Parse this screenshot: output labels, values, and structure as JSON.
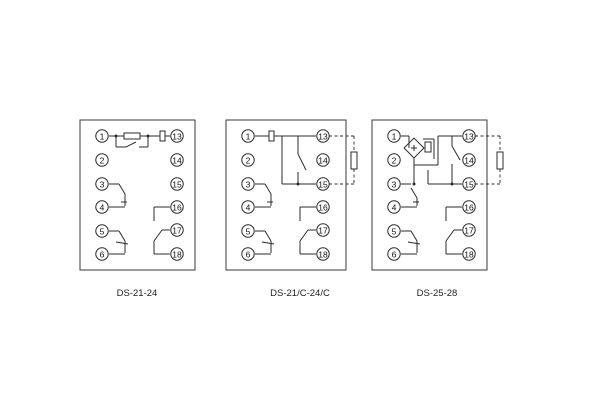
{
  "diagrams": [
    {
      "model": "DS-21-24",
      "terminals_left": [
        "1",
        "2",
        "3",
        "4",
        "5",
        "6"
      ],
      "terminals_right": [
        "13",
        "14",
        "15",
        "16",
        "17",
        "18"
      ]
    },
    {
      "model": "DS-21/C-24/C",
      "terminals_left": [
        "1",
        "2",
        "3",
        "4",
        "5",
        "6"
      ],
      "terminals_right": [
        "13",
        "14",
        "15",
        "16",
        "17",
        "18"
      ]
    },
    {
      "model": "DS-25-28",
      "terminals_left": [
        "1",
        "2",
        "3",
        "4",
        "5",
        "6"
      ],
      "terminals_right": [
        "13",
        "14",
        "15",
        "16",
        "17",
        "18"
      ]
    }
  ]
}
